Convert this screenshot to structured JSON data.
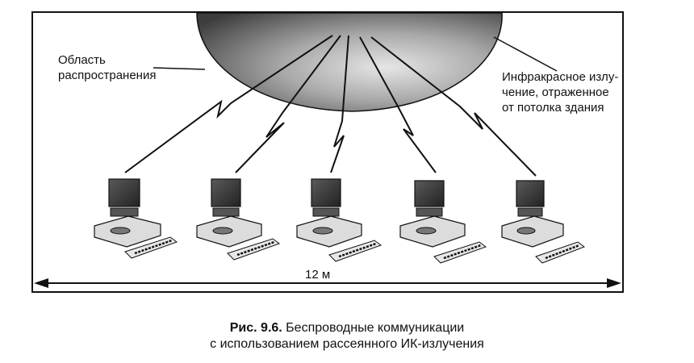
{
  "labels": {
    "propagation_area": "Область\nраспространения",
    "ir_reflected": "Инфракрасное излу-\nчение, отраженное\nот потолка здания",
    "distance": "12 м"
  },
  "caption": {
    "prefix": "Рис. 9.6.",
    "line1": " Беспроводные коммуникации",
    "line2": "с использованием рассеянного ИК-излучения"
  },
  "colors": {
    "ink": "#111111",
    "dome_dark": "#4a4a4a",
    "dome_light": "#d8d8d8",
    "screen": "#3a3a3a",
    "keyboard": "#e8e8e8"
  }
}
